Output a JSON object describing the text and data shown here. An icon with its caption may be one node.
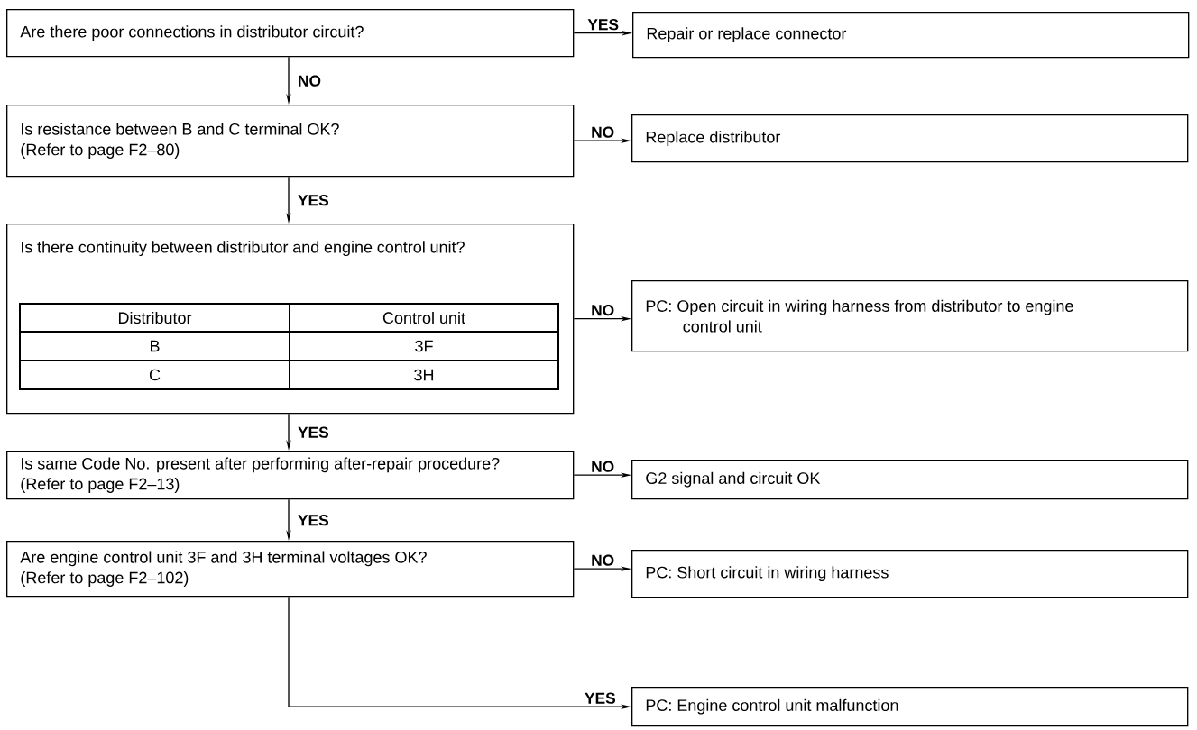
{
  "diagram": {
    "nodes": [
      {
        "text": [
          "Are there poor connections in distributor circuit?"
        ]
      },
      {
        "text": [
          "Repair or replace connector"
        ]
      },
      {
        "text": [
          "Is resistance between B and C terminal OK? (Refer to page F2–80)"
        ]
      },
      {
        "text": [
          "Replace distributor"
        ]
      },
      {
        "text": [
          "Is there continuity between distributor and engine control unit?"
        ]
      },
      {
        "text": [
          "PC: Open circuit in wiring harness from distributor to engine control unit"
        ]
      },
      {
        "text": [
          "Is same Code No. present after performing after-repair procedure? (Refer to page F2–13)"
        ]
      },
      {
        "text": [
          "G2 signal and circuit OK"
        ]
      },
      {
        "text": [
          "Are engine control unit 3F and 3H terminal voltages OK? (Refer to page F2–102)"
        ]
      },
      {
        "text": [
          "PC: Short circuit in wiring harness"
        ]
      },
      {
        "text": [
          "PC: Engine control unit malfunction"
        ]
      }
    ],
    "edges": [
      {
        "from": 0,
        "to": 1,
        "arrow": "to",
        "label": "YES"
      },
      {
        "from": 0,
        "to": 2,
        "arrow": "to",
        "label": "NO"
      },
      {
        "from": 2,
        "to": 3,
        "arrow": "to",
        "label": "NO"
      },
      {
        "from": 2,
        "to": 4,
        "arrow": "to",
        "label": "YES"
      },
      {
        "from": 4,
        "to": 5,
        "arrow": "to",
        "label": "NO"
      },
      {
        "from": 4,
        "to": 6,
        "arrow": "to",
        "label": "YES"
      },
      {
        "from": 6,
        "to": 7,
        "arrow": "to",
        "label": "NO"
      },
      {
        "from": 6,
        "to": 8,
        "arrow": "to",
        "label": "YES"
      },
      {
        "from": 8,
        "to": 9,
        "arrow": "to",
        "label": "NO"
      },
      {
        "from": 8,
        "to": 10,
        "arrow": "to",
        "label": "YES"
      }
    ],
    "labels": [
      "Distributor",
      "Control unit",
      "B",
      "3F",
      "C",
      "3H"
    ]
  }
}
